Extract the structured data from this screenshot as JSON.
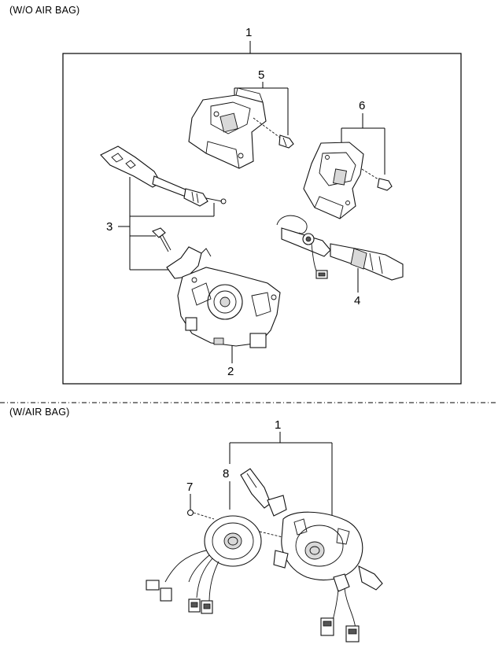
{
  "sections": [
    {
      "title": "(W/O AIR BAG)",
      "callouts": [
        "1",
        "5",
        "6",
        "3",
        "4",
        "2"
      ]
    },
    {
      "title": "(W/AIR BAG)",
      "callouts": [
        "1",
        "8",
        "7"
      ]
    }
  ]
}
